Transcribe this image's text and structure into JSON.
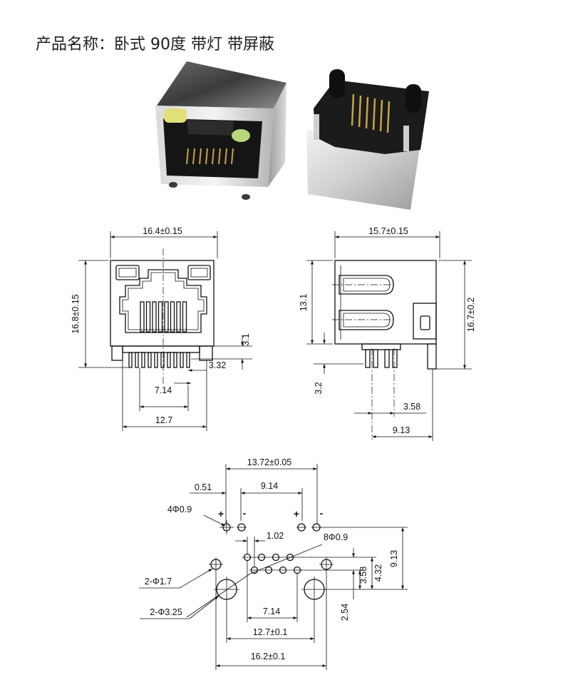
{
  "title": "产品名称：卧式 90度 带灯 带屏蔽",
  "front_view": {
    "width": "16.4±0.15",
    "height": "16.8±0.15",
    "pin_height": "3.1",
    "pin_offset": "3.32",
    "inner_pitch": "7.14",
    "outer_pitch": "12.7"
  },
  "side_view": {
    "depth": "15.7±0.15",
    "body_height": "13.1",
    "total_height": "16.7±0.2",
    "pin_length": "3.2",
    "pin_row_1": "3.58",
    "pin_row_2": "9.13"
  },
  "footprint": {
    "top_width": "13.72±0.05",
    "edge_offset": "0.51",
    "led_pitch": "9.14",
    "led_holes": "4Φ0.9",
    "led1_plus": "+",
    "led1_minus": "-",
    "led2_plus": "+",
    "led2_minus": "-",
    "pin_pitch": "1.02",
    "signal_holes": "8Φ0.9",
    "shield_holes": "2-Φ1.7",
    "mount_holes": "2-Φ3.25",
    "inner_pitch": "7.14",
    "mount_pitch": "12.7±0.1",
    "shield_pitch": "16.2±0.1",
    "row_offset": "3.58",
    "shield_offset": "4.32",
    "led_offset": "9.13",
    "row_spacing": "2.54"
  },
  "colors": {
    "background": "#ffffff",
    "line": "#111111",
    "led_yellow": "#e2df78",
    "led_green": "#b8d67c",
    "housing": "#1b1b1b",
    "contact_gold": "#c9a24a"
  }
}
